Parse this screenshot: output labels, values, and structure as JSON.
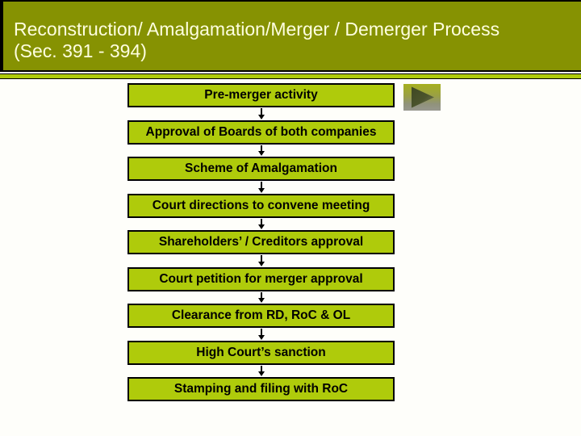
{
  "title": {
    "line1": "Reconstruction/ Amalgamation/Merger / Demerger Process",
    "line2": "(Sec. 391 - 394)"
  },
  "flowchart": {
    "steps": [
      {
        "label": "Pre-merger activity"
      },
      {
        "label": "Approval of Boards of both companies"
      },
      {
        "label": "Scheme of Amalgamation"
      },
      {
        "label": "Court directions to convene meeting"
      },
      {
        "label": "Shareholders’ / Creditors approval"
      },
      {
        "label": "Court petition for merger approval"
      },
      {
        "label": "Clearance from RD, RoC & OL"
      },
      {
        "label": "High Court’s sanction"
      },
      {
        "label": "Stamping and filing with RoC"
      }
    ],
    "connector_icon": "down-arrow-icon"
  },
  "nav": {
    "next_button_icon": "play-right-triangle"
  },
  "colors": {
    "slide_bg": "#FEFEFA",
    "title_bg": "#869202",
    "title_text": "#FFFFE0",
    "stripe": "#AFCB0B",
    "box_fill": "#AFCB0B",
    "box_border": "#000000",
    "arrow": "#000000",
    "button_gradient_top": "#A6B01F",
    "button_gradient_bottom": "#97978E",
    "button_triangle_dark": "#424B24",
    "button_triangle_light": "#74785A"
  }
}
